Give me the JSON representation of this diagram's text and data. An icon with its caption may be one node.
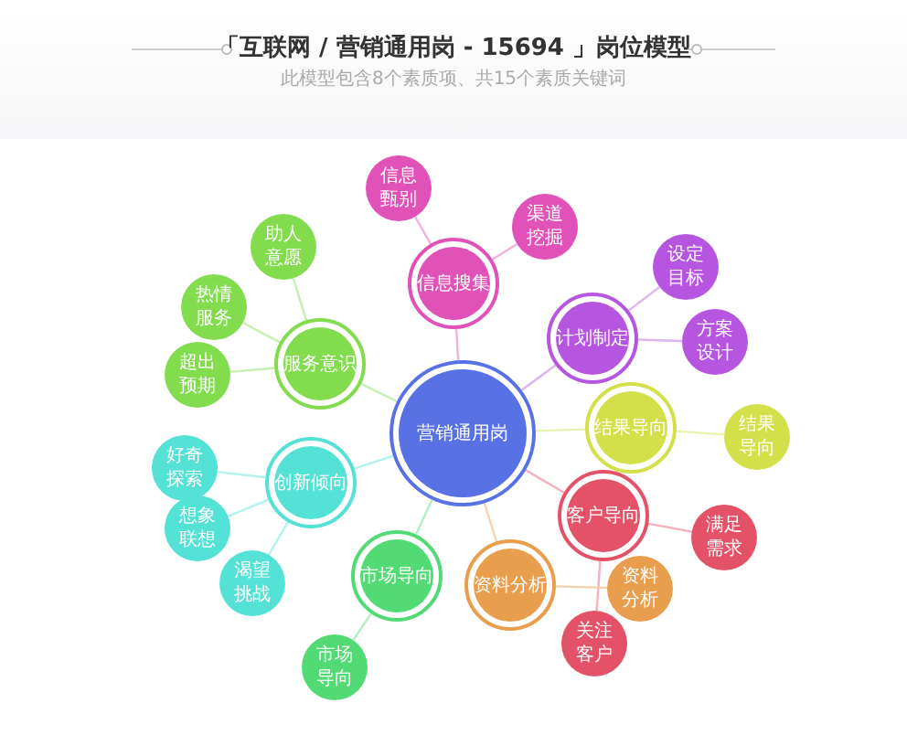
{
  "diagram": {
    "title": "「互联网 / 营销通用岗 - 15694 」岗位模型",
    "caption": "此模型包含8个素质项、共15个素质关键词",
    "nodes": [
      {
        "text": [
          "营销通用岗"
        ]
      },
      {
        "text": [
          "信息搜集"
        ]
      },
      {
        "text": [
          "信息甄别"
        ]
      },
      {
        "text": [
          "渠道挖掘"
        ]
      },
      {
        "text": [
          "计划制定"
        ]
      },
      {
        "text": [
          "设定目标"
        ]
      },
      {
        "text": [
          "方案设计"
        ]
      },
      {
        "text": [
          "结果导向"
        ]
      },
      {
        "text": [
          "结果导向"
        ]
      },
      {
        "text": [
          "客户导向"
        ]
      },
      {
        "text": [
          "满足需求"
        ]
      },
      {
        "text": [
          "关注客户"
        ]
      },
      {
        "text": [
          "资料分析"
        ]
      },
      {
        "text": [
          "资料分析"
        ]
      },
      {
        "text": [
          "市场导向"
        ]
      },
      {
        "text": [
          "市场导向"
        ]
      },
      {
        "text": [
          "创新倾向"
        ]
      },
      {
        "text": [
          "好奇探索"
        ]
      },
      {
        "text": [
          "想象联想"
        ]
      },
      {
        "text": [
          "渴望挑战"
        ]
      },
      {
        "text": [
          "服务意识"
        ]
      },
      {
        "text": [
          "助人意愿"
        ]
      },
      {
        "text": [
          "热情服务"
        ]
      },
      {
        "text": [
          "超出预期"
        ]
      }
    ],
    "edges": [
      {
        "from": 0,
        "to": 1,
        "arrow": "none"
      },
      {
        "from": 1,
        "to": 2,
        "arrow": "none"
      },
      {
        "from": 1,
        "to": 3,
        "arrow": "none"
      },
      {
        "from": 0,
        "to": 4,
        "arrow": "none"
      },
      {
        "from": 4,
        "to": 5,
        "arrow": "none"
      },
      {
        "from": 4,
        "to": 6,
        "arrow": "none"
      },
      {
        "from": 0,
        "to": 7,
        "arrow": "none"
      },
      {
        "from": 7,
        "to": 8,
        "arrow": "none"
      },
      {
        "from": 0,
        "to": 9,
        "arrow": "none"
      },
      {
        "from": 9,
        "to": 10,
        "arrow": "none"
      },
      {
        "from": 9,
        "to": 11,
        "arrow": "none"
      },
      {
        "from": 0,
        "to": 12,
        "arrow": "none"
      },
      {
        "from": 12,
        "to": 13,
        "arrow": "none"
      },
      {
        "from": 0,
        "to": 14,
        "arrow": "none"
      },
      {
        "from": 14,
        "to": 15,
        "arrow": "none"
      },
      {
        "from": 0,
        "to": 16,
        "arrow": "none"
      },
      {
        "from": 16,
        "to": 17,
        "arrow": "none"
      },
      {
        "from": 16,
        "to": 18,
        "arrow": "none"
      },
      {
        "from": 16,
        "to": 19,
        "arrow": "none"
      },
      {
        "from": 0,
        "to": 20,
        "arrow": "none"
      },
      {
        "from": 20,
        "to": 21,
        "arrow": "none"
      },
      {
        "from": 20,
        "to": 22,
        "arrow": "none"
      },
      {
        "from": 20,
        "to": 23,
        "arrow": "none"
      }
    ]
  }
}
